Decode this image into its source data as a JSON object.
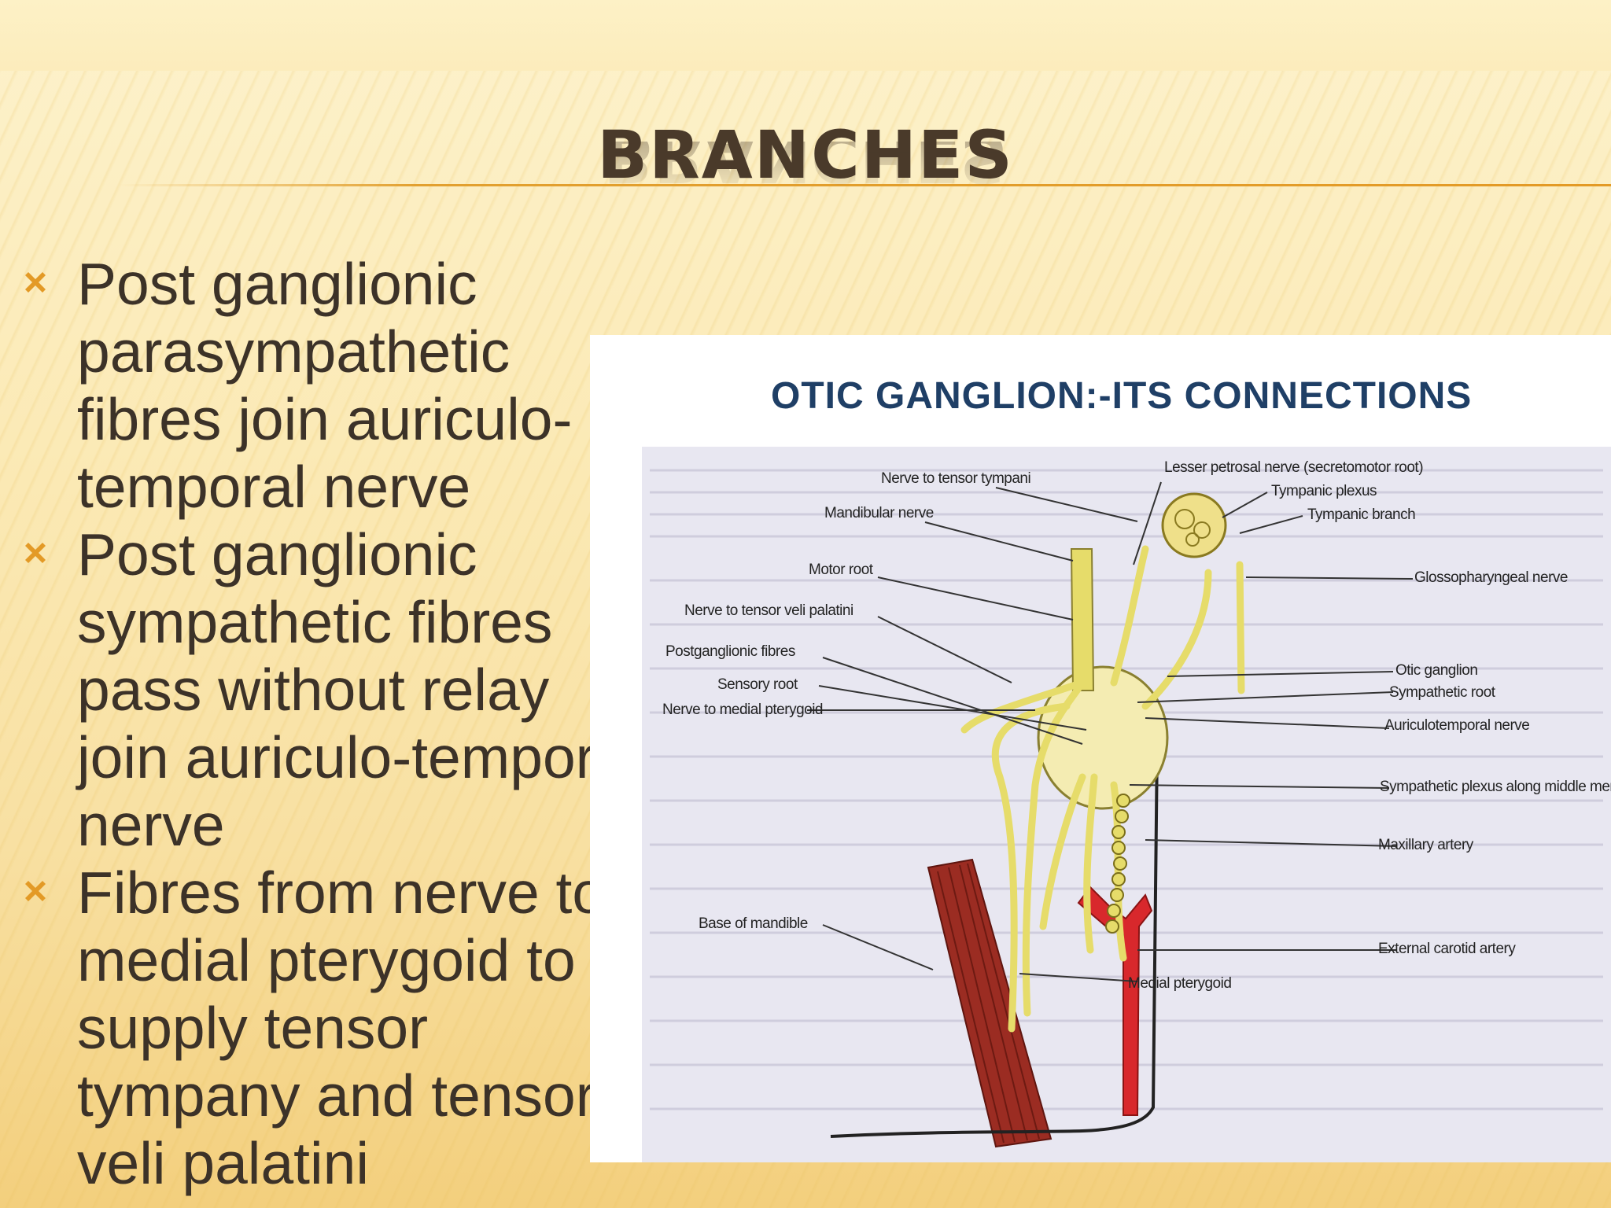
{
  "slide": {
    "title": "BRANCHES",
    "bullets": [
      {
        "lines": [
          "Post ganglionic",
          "parasympathetic",
          "fibres join auriculo-",
          "temporal nerve"
        ]
      },
      {
        "lines": [
          "Post ganglionic",
          "sympathetic fibres",
          "pass without relay",
          "join auriculo-temporal",
          "nerve"
        ]
      },
      {
        "lines": [
          "Fibres from nerve to",
          "medial pterygoid  to",
          "supply tensor",
          "tympany and tensor",
          "veli palatini"
        ]
      }
    ],
    "bullet_icon": "cross-mark-icon",
    "colors": {
      "accent": "#e39a26",
      "title": "#4a3a2a",
      "text": "#3c3228",
      "figure_title": "#1f3f66"
    }
  },
  "figure": {
    "title": "OTIC GANGLION:-ITS  CONNECTIONS",
    "labels": {
      "nerve_to_tensor_tympani": "Nerve to tensor tympani",
      "lesser_petrosal": "Lesser petrosal nerve (secretomotor root)",
      "tympanic_plexus": "Tympanic plexus",
      "tympanic_branch": "Tympanic branch",
      "mandibular_nerve": "Mandibular nerve",
      "glossopharyngeal": "Glossopharyngeal nerve",
      "motor_root": "Motor root",
      "tensor_veli": "Nerve to tensor veli palatini",
      "postganglionic": "Postganglionic fibres",
      "otic_ganglion": "Otic ganglion",
      "sensory_root": "Sensory root",
      "sympathetic_root": "Sympathetic root",
      "medial_pterygoid_nerve": "Nerve to medial pterygoid",
      "auriculotemporal": "Auriculotemporal nerve",
      "sympathetic_plexus": "Sympathetic plexus along middle meningeal",
      "maxillary_artery": "Maxillary artery",
      "base_of_mandible": "Base of mandible",
      "external_carotid": "External carotid artery",
      "medial_pterygoid": "Medial pterygoid"
    },
    "colors": {
      "nerve": "#e6dc6a",
      "artery": "#d8282c",
      "muscle": "#9b2c22"
    }
  }
}
